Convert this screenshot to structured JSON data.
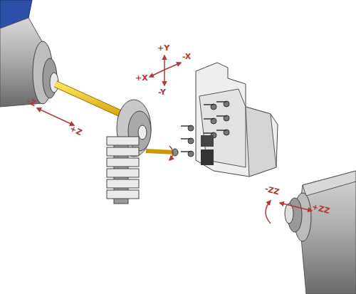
{
  "diagram": {
    "labels": [
      "+Y",
      "-X",
      "+X",
      "-Y",
      "-Z",
      "+Z",
      "-ZZ",
      "+ZZ"
    ]
  }
}
